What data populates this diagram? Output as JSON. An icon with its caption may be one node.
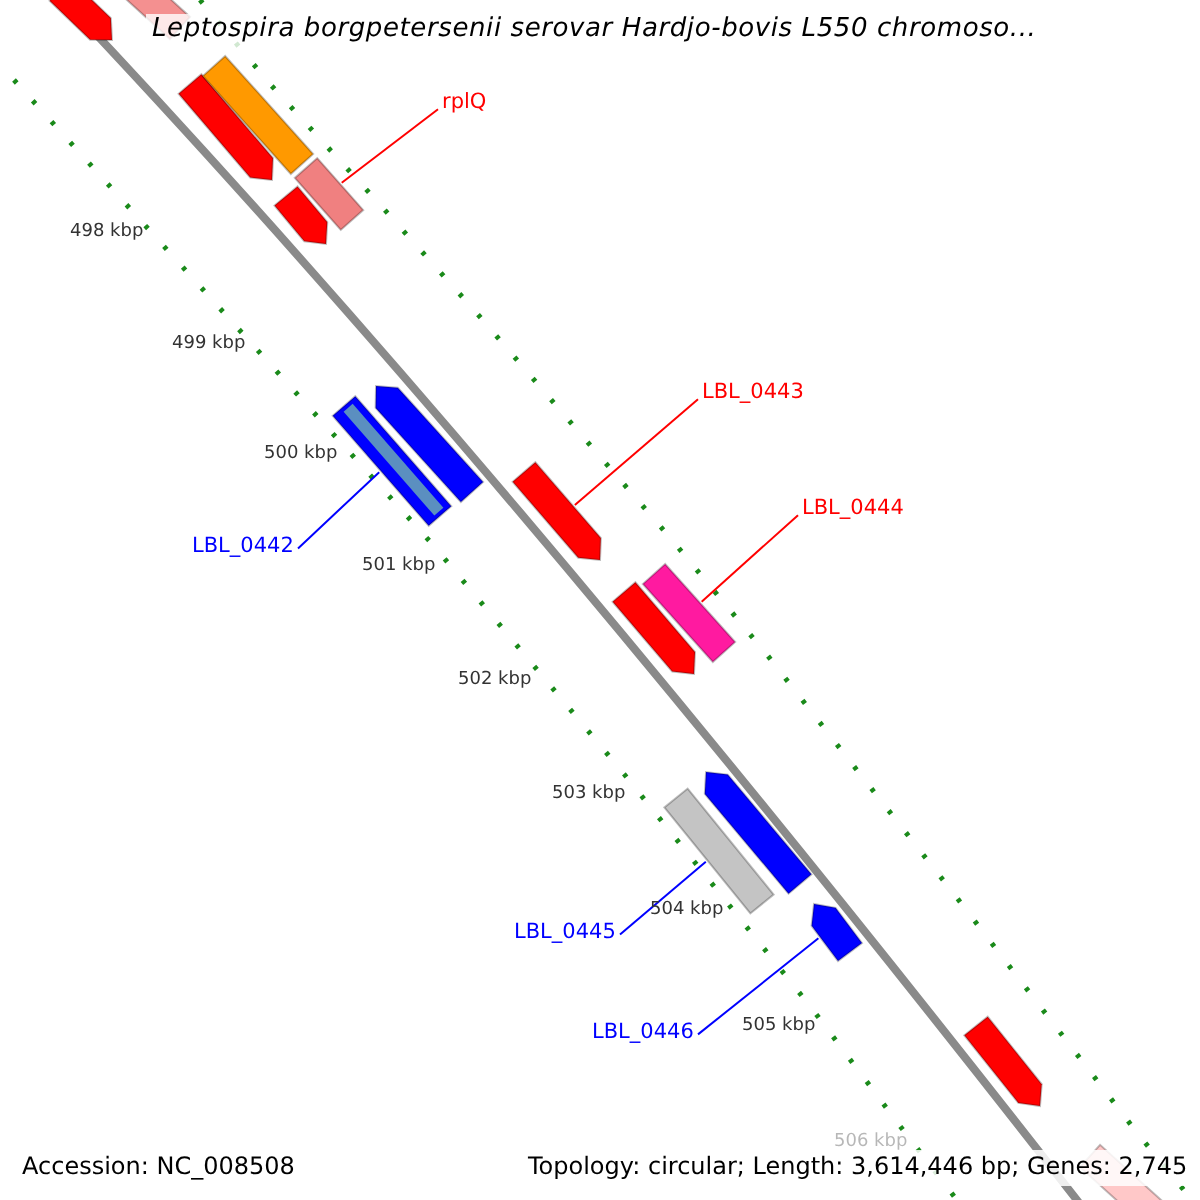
{
  "diagram": {
    "title": "Leptospira borgpetersenii serovar Hardjo-bovis L550 chromoso...",
    "nodes": [
      {
        "text": [],
        "shape": "arrow"
      },
      {
        "text": [],
        "shape": "bar"
      },
      {
        "text": [],
        "shape": "arrow"
      },
      {
        "text": [],
        "shape": "bar"
      },
      {
        "text": [
          "rplQ"
        ]
      },
      {
        "text": [],
        "shape": "bar"
      },
      {
        "text": [],
        "shape": "arrow"
      },
      {
        "text": [],
        "shape": "arrow"
      },
      {
        "text": [],
        "shape": "bar"
      },
      {
        "text": [
          "LBL_0443"
        ]
      },
      {
        "text": [],
        "shape": "arrow"
      },
      {
        "text": [
          "LBL_0444"
        ]
      },
      {
        "text": [
          "LBL_0442"
        ]
      },
      {
        "text": [],
        "shape": "bar"
      },
      {
        "text": [],
        "shape": "arrow"
      },
      {
        "text": [],
        "shape": "arrow"
      },
      {
        "text": [],
        "shape": "bar"
      },
      {
        "text": [],
        "shape": "arrow"
      },
      {
        "text": [
          "LBL_0445"
        ]
      },
      {
        "text": [
          "LBL_0446"
        ]
      },
      {
        "text": [],
        "shape": "arrow"
      },
      {
        "text": [],
        "shape": "bar"
      }
    ],
    "edges": [
      {
        "from": 4,
        "to": 5,
        "arrow": "none",
        "color": "#ff0000"
      },
      {
        "from": 9,
        "to": 10,
        "arrow": "none",
        "color": "#ff0000"
      },
      {
        "from": 11,
        "to": 13,
        "arrow": "none",
        "color": "#ff0000"
      },
      {
        "from": 12,
        "to": 8,
        "arrow": "none",
        "color": "#0000ff"
      },
      {
        "from": 18,
        "to": 16,
        "arrow": "none",
        "color": "#0000ff"
      },
      {
        "from": 19,
        "to": 17,
        "arrow": "none",
        "color": "#0000ff"
      }
    ],
    "labels": [
      "498 kbp",
      "499 kbp",
      "500 kbp",
      "501 kbp",
      "502 kbp",
      "503 kbp",
      "504 kbp",
      "505 kbp",
      "506 kbp",
      "Accession: NC_008508",
      "Topology: circular; Length: 3,614,446 bp; Genes: 2,745"
    ]
  }
}
